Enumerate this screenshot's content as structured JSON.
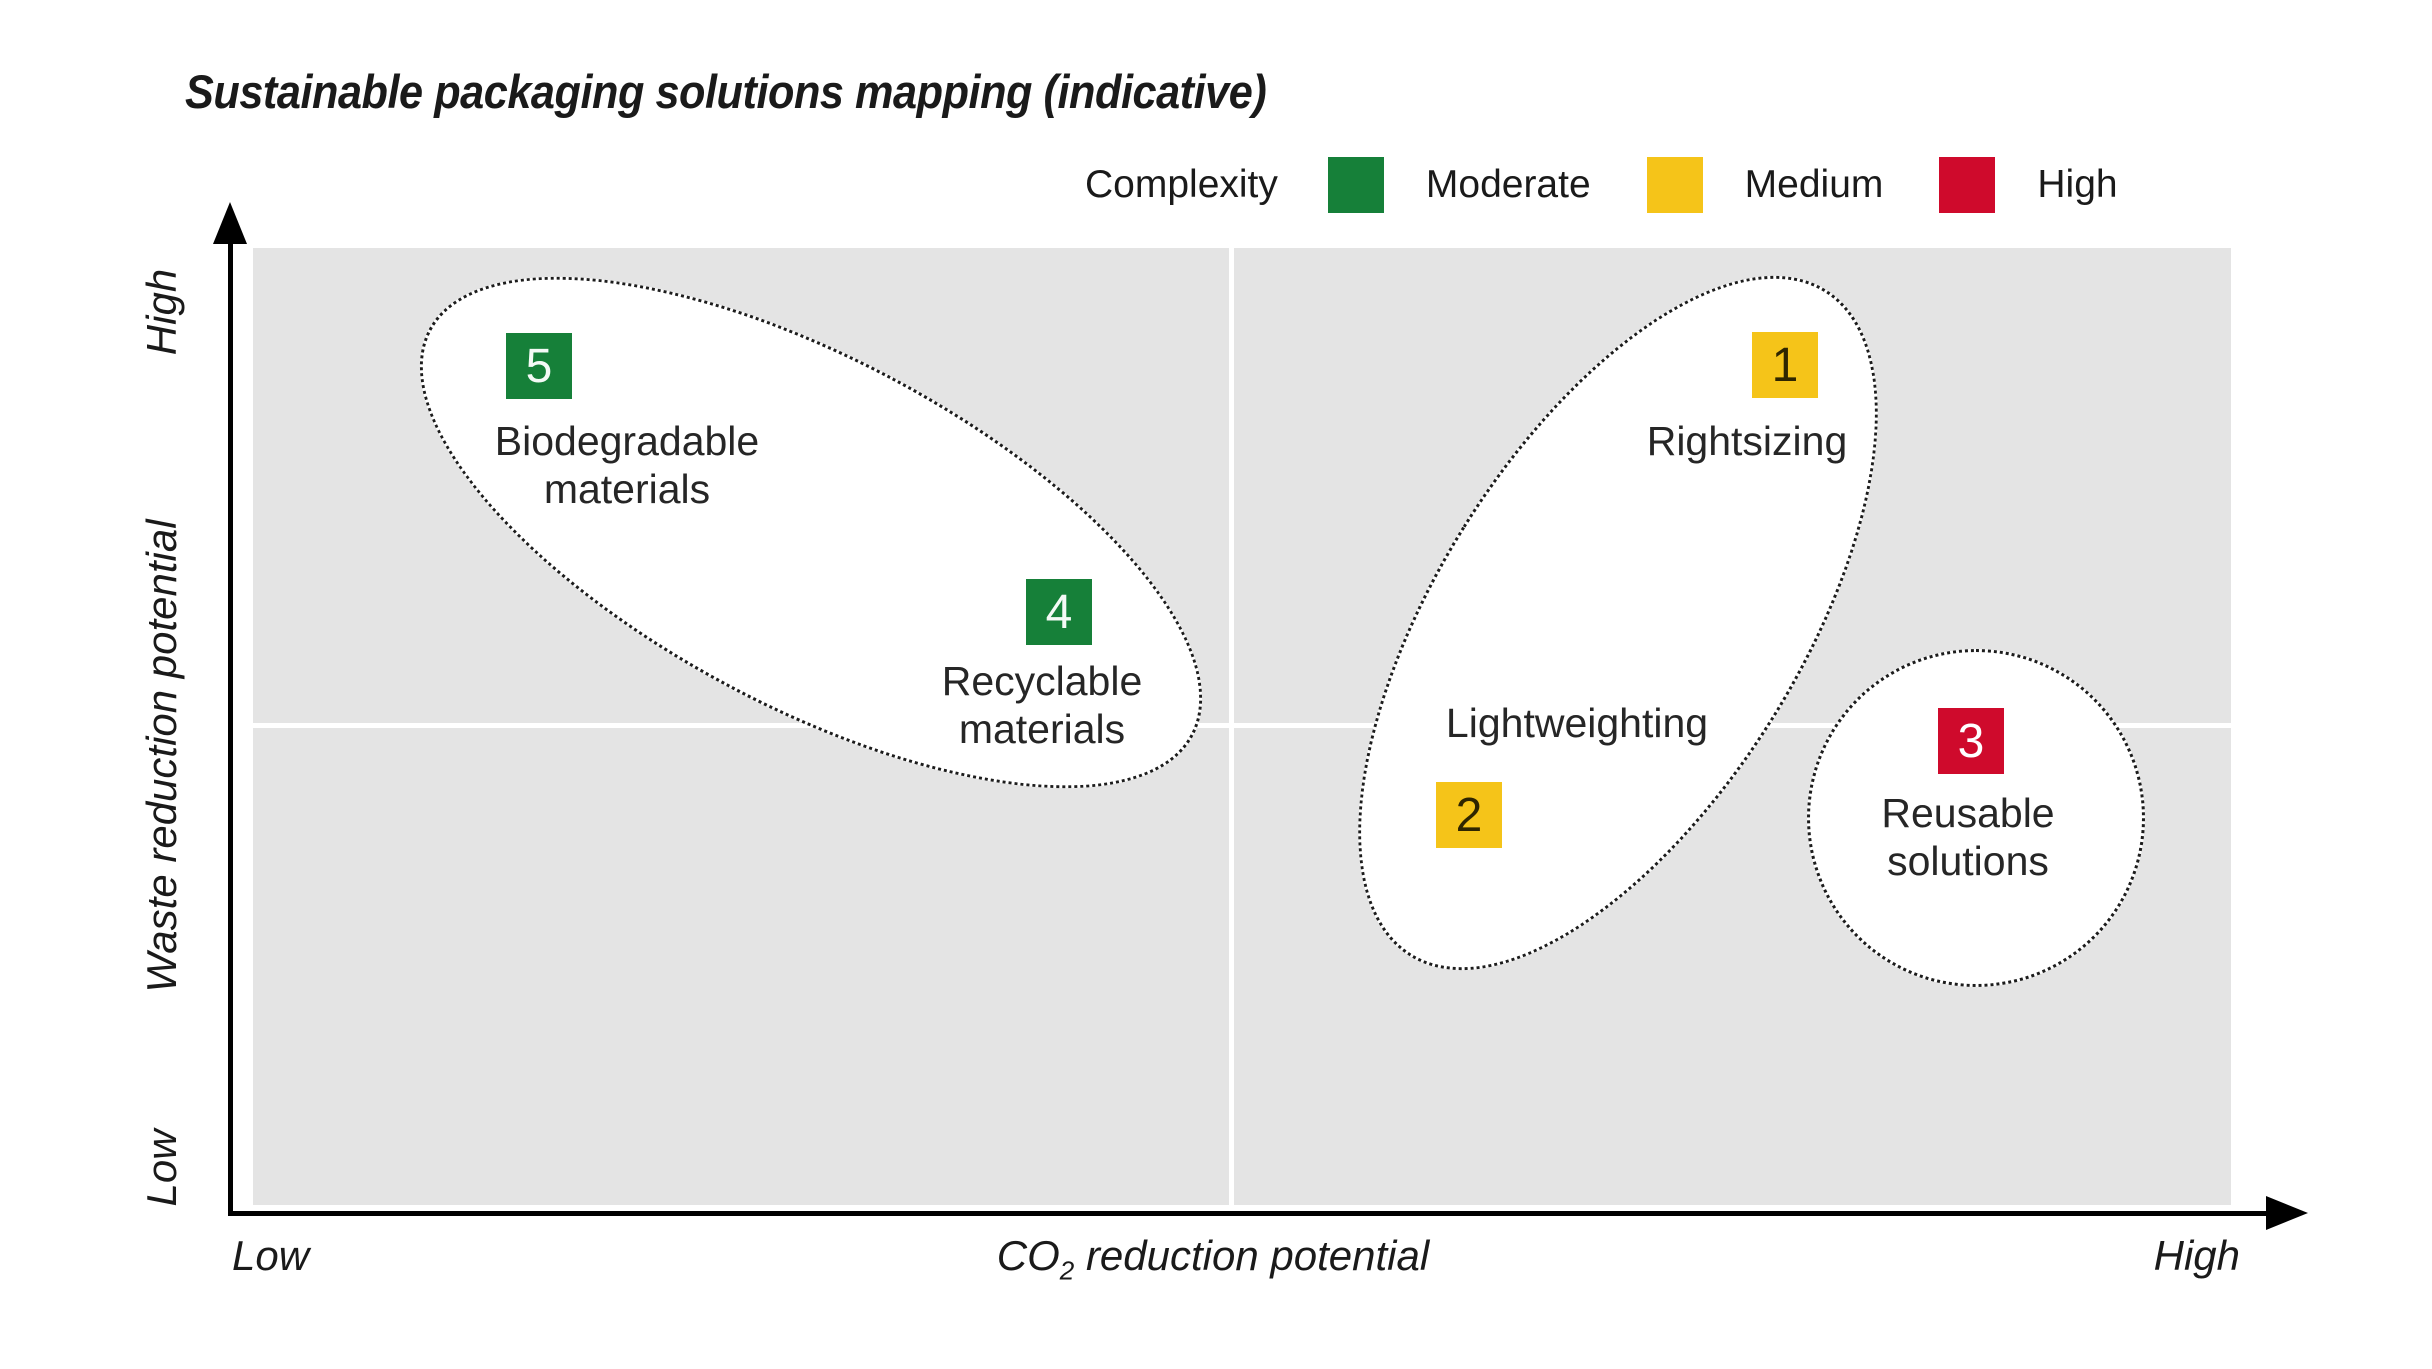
{
  "title": "Sustainable packaging solutions mapping (indicative)",
  "colors": {
    "green": "#168039",
    "yellow": "#f5c419",
    "red": "#cf0a2c",
    "plot_background": "#e4e4e4",
    "gridline": "#ffffff"
  },
  "legend": {
    "title": "Complexity",
    "items": [
      {
        "label": "Moderate",
        "color": "#168039"
      },
      {
        "label": "Medium",
        "color": "#f5c419"
      },
      {
        "label": "High",
        "color": "#cf0a2c"
      }
    ]
  },
  "axes": {
    "y_label": "Waste reduction potential",
    "y_high": "High",
    "y_low": "Low",
    "x_low": "Low",
    "x_label_prefix": "CO",
    "x_label_sub": "2",
    "x_label_rest": " reduction potential",
    "x_high": "High"
  },
  "display_labels": {
    "m1": "Rightsizing",
    "m2": "Lightweighting",
    "m3": "Reusable\nsolutions",
    "m4": "Recyclable\nmaterials",
    "m5": "Biodegradable\nmaterials"
  },
  "chart_data": {
    "type": "scatter",
    "title": "Sustainable packaging solutions mapping (indicative)",
    "xlabel": "CO2 reduction potential",
    "ylabel": "Waste reduction potential",
    "x_axis_end_labels": [
      "Low",
      "High"
    ],
    "y_axis_end_labels": [
      "Low",
      "High"
    ],
    "axis_scale": "qualitative 0-1, quadrant grid with white gridlines at midpoints on gray background",
    "legend_title": "Complexity",
    "legend": [
      {
        "label": "Moderate",
        "color": "#168039"
      },
      {
        "label": "Medium",
        "color": "#f5c419"
      },
      {
        "label": "High",
        "color": "#cf0a2c"
      }
    ],
    "points": [
      {
        "number": "1",
        "label": "Rightsizing",
        "complexity": "Medium",
        "color": "#f5c419",
        "x": 0.77,
        "y": 0.88
      },
      {
        "number": "2",
        "label": "Lightweighting",
        "complexity": "Medium",
        "color": "#f5c419",
        "x": 0.61,
        "y": 0.41
      },
      {
        "number": "3",
        "label": "Reusable solutions",
        "complexity": "High",
        "color": "#cf0a2c",
        "x": 0.87,
        "y": 0.49
      },
      {
        "number": "4",
        "label": "Recyclable materials",
        "complexity": "Moderate",
        "color": "#168039",
        "x": 0.41,
        "y": 0.62
      },
      {
        "number": "5",
        "label": "Biodegradable materials",
        "complexity": "Moderate",
        "color": "#168039",
        "x": 0.14,
        "y": 0.88
      }
    ],
    "groups": [
      {
        "members": [
          "5",
          "4"
        ],
        "shape": "tilted dotted ellipse, white fill",
        "tilt_deg": 28
      },
      {
        "members": [
          "1",
          "2"
        ],
        "shape": "tilted dotted ellipse, white fill",
        "tilt_deg": -58
      },
      {
        "members": [
          "3"
        ],
        "shape": "dotted circle, white fill",
        "tilt_deg": 0
      }
    ]
  }
}
